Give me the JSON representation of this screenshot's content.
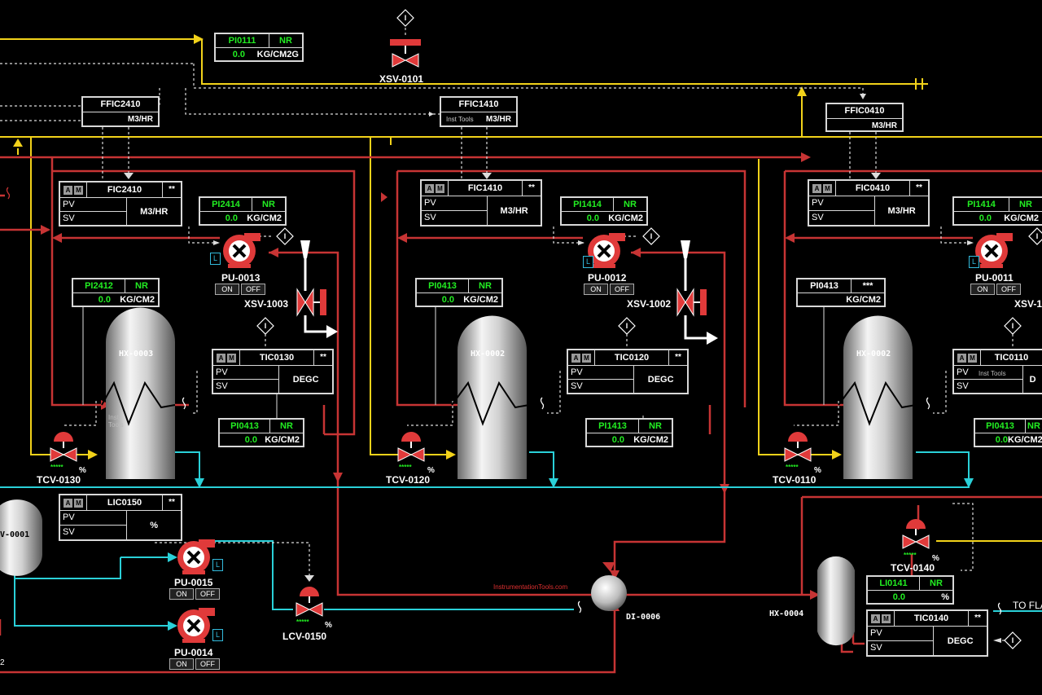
{
  "colors": {
    "process_red": "#c73434",
    "supply_yellow": "#f2d21a",
    "cooling_cyan": "#2ad0d8",
    "signal_white": "#ffffff",
    "status_green": "#22ee22",
    "vessel_silver": "#c8c8c8"
  },
  "top": {
    "pi0111": {
      "tag": "PI0111",
      "status": "NR",
      "value": "0.0",
      "unit": "KG/CM2G"
    },
    "xsv0101": "XSV-0101",
    "ffic2410": {
      "tag": "FFIC2410",
      "unit": "M3/HR"
    },
    "ffic1410": {
      "tag": "FFIC1410",
      "unit": "M3/HR",
      "note": "Inst Tools"
    },
    "ffic0410": {
      "tag": "FFIC0410",
      "unit": "M3/HR"
    }
  },
  "units": [
    {
      "fic": {
        "tag": "FIC2410",
        "star": "**",
        "pv": "PV",
        "sv": "SV",
        "unit": "M3/HR"
      },
      "pi_pump": {
        "tag": "PI2414",
        "status": "NR",
        "value": "0.0",
        "unit": "KG/CM2"
      },
      "pump": {
        "tag": "PU-0013",
        "on": "ON",
        "off": "OFF",
        "mode": "L"
      },
      "xsv": "XSV-1003",
      "pi_hx": {
        "tag": "PI2412",
        "status": "NR",
        "value": "0.0",
        "unit": "KG/CM2"
      },
      "hx": "HX-0003",
      "tic": {
        "tag": "TIC0130",
        "star": "**",
        "pv": "PV",
        "sv": "SV",
        "unit": "DEGC"
      },
      "pi_out": {
        "tag": "PI0413",
        "status": "NR",
        "value": "0.0",
        "unit": "KG/CM2"
      },
      "tcv": {
        "tag": "TCV-0130",
        "stars": "*****",
        "pct": "%"
      },
      "note": "Inst Tools"
    },
    {
      "fic": {
        "tag": "FIC1410",
        "star": "**",
        "pv": "PV",
        "sv": "SV",
        "unit": "M3/HR"
      },
      "pi_pump": {
        "tag": "PI1414",
        "status": "NR",
        "value": "0.0",
        "unit": "KG/CM2"
      },
      "pump": {
        "tag": "PU-0012",
        "on": "ON",
        "off": "OFF",
        "mode": "L"
      },
      "xsv": "XSV-1002",
      "pi_hx": {
        "tag": "PI0413",
        "status": "NR",
        "value": "0.0",
        "unit": "KG/CM2"
      },
      "hx": "HX-0002",
      "tic": {
        "tag": "TIC0120",
        "star": "**",
        "pv": "PV",
        "sv": "SV",
        "unit": "DEGC"
      },
      "pi_out": {
        "tag": "PI1413",
        "status": "NR",
        "value": "0.0",
        "unit": "KG/CM2"
      },
      "tcv": {
        "tag": "TCV-0120",
        "stars": "*****",
        "pct": "%"
      }
    },
    {
      "fic": {
        "tag": "FIC0410",
        "star": "**",
        "pv": "PV",
        "sv": "SV",
        "unit": "M3/HR"
      },
      "pi_pump": {
        "tag": "PI1414",
        "status": "NR",
        "value": "0.0",
        "unit": "KG/CM2"
      },
      "pump": {
        "tag": "PU-0011",
        "on": "ON",
        "off": "OFF",
        "mode": "L"
      },
      "xsv": "XSV-1",
      "pi_hx": {
        "tag": "PI0413",
        "status": "***",
        "value": "",
        "unit": "KG/CM2"
      },
      "hx": "HX-0002",
      "tic": {
        "tag": "TIC0110",
        "star": "",
        "pv": "PV",
        "sv": "SV",
        "unit": "D",
        "note": "Inst Tools"
      },
      "pi_out": {
        "tag": "PI0413",
        "status": "NR",
        "value": "0.0",
        "unit": "KG/CM2"
      },
      "tcv": {
        "tag": "TCV-0110",
        "stars": "*****",
        "pct": "%"
      }
    }
  ],
  "bottom": {
    "tv": "V-0001",
    "lic": {
      "tag": "LIC0150",
      "star": "**",
      "pv": "PV",
      "sv": "SV",
      "unit": "%"
    },
    "pu15": {
      "tag": "PU-0015",
      "on": "ON",
      "off": "OFF",
      "mode": "L"
    },
    "pu14": {
      "tag": "PU-0014",
      "on": "ON",
      "off": "OFF",
      "mode": "L"
    },
    "lcv": {
      "tag": "LCV-0150",
      "stars": "*****",
      "pct": "%"
    },
    "di": "DI-0006",
    "watermark": "InstrumentationTools.com",
    "hx4": "HX-0004",
    "tcv140": {
      "tag": "TCV-0140",
      "stars": "*****",
      "pct": "%"
    },
    "li0141": {
      "tag": "LI0141",
      "status": "NR",
      "value": "0.0",
      "unit": "%"
    },
    "tic0140": {
      "tag": "TIC0140",
      "star": "**",
      "pv": "PV",
      "sv": "SV",
      "unit": "DEGC"
    },
    "to_flare": "TO FLA",
    "edge_2": "2"
  }
}
